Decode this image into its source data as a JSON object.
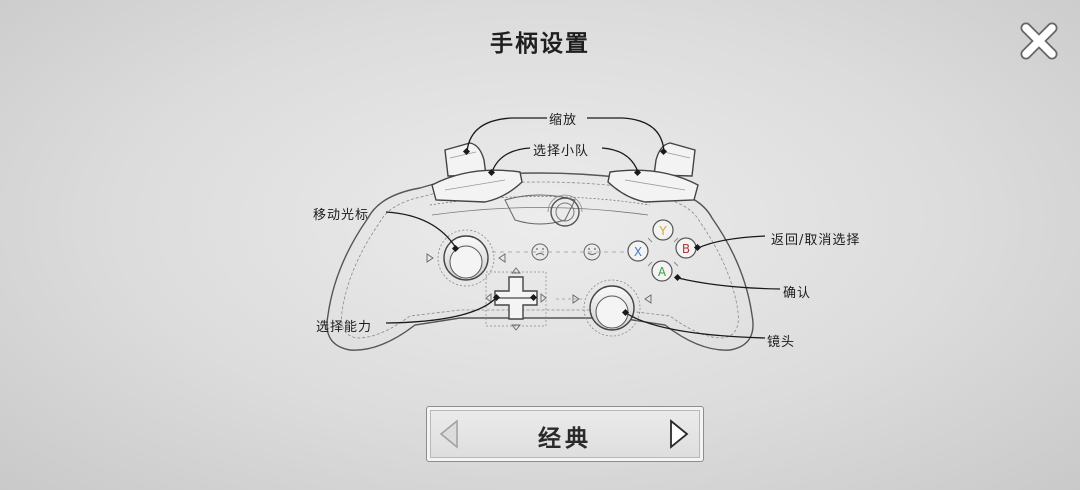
{
  "title": "手柄设置",
  "labels": {
    "zoom": "缩放",
    "select_squad": "选择小队",
    "move_cursor": "移动光标",
    "back_cancel": "返回/取消选择",
    "confirm": "确认",
    "select_ability": "选择能力",
    "camera": "镜头"
  },
  "face_buttons": {
    "y": "Y",
    "x": "X",
    "b": "B",
    "a": "A"
  },
  "scheme": {
    "label": "经典"
  },
  "colors": {
    "y_button": "#d9a83a",
    "x_button": "#4a78c8",
    "b_button": "#b03a3a",
    "a_button": "#3fa040"
  },
  "icons": {
    "close": "close-icon",
    "prev": "arrow-left-icon",
    "next": "arrow-right-icon"
  }
}
